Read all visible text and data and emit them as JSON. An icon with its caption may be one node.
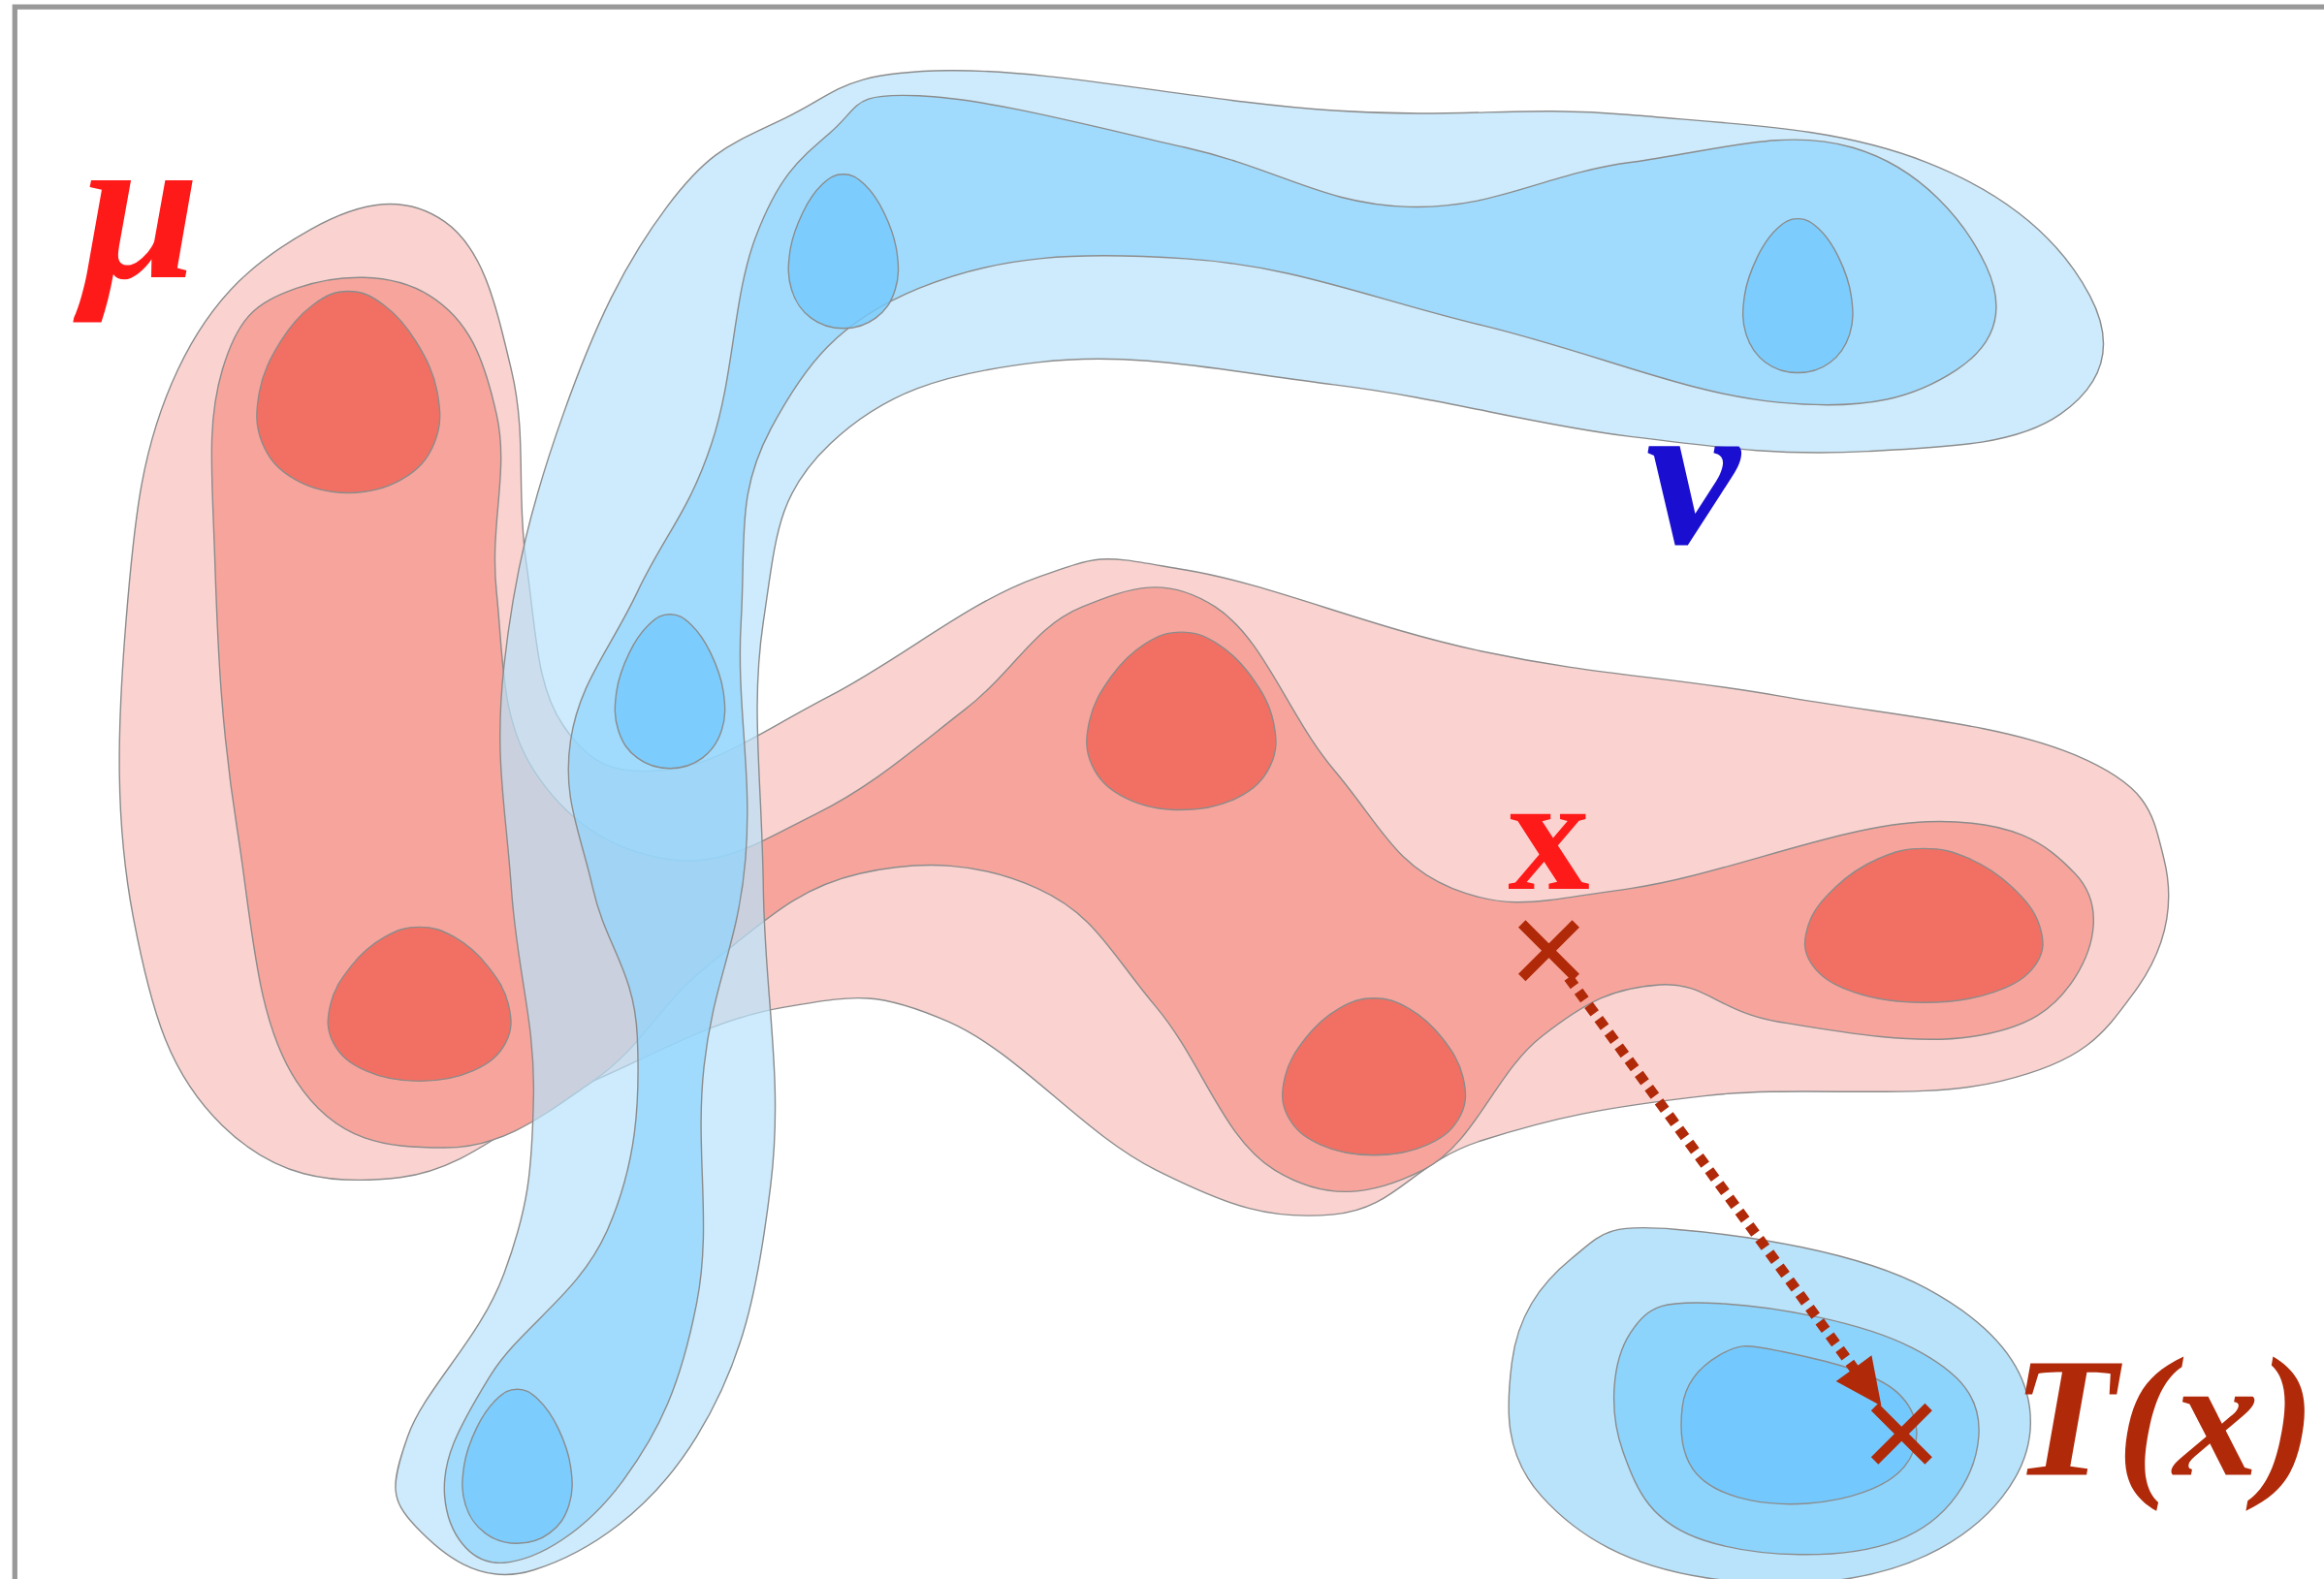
{
  "diagram": {
    "nodes": [
      {
        "text": [],
        "shape": "cross",
        "beside": [
          "x"
        ]
      },
      {
        "text": [],
        "shape": "cross",
        "beside": [
          "T(x)"
        ]
      }
    ],
    "edges": [
      {
        "from": 0,
        "to": 1,
        "arrow": "to",
        "style": "dashed",
        "color": "#b02a0a"
      }
    ],
    "labels": [
      "μ",
      "ν"
    ]
  }
}
